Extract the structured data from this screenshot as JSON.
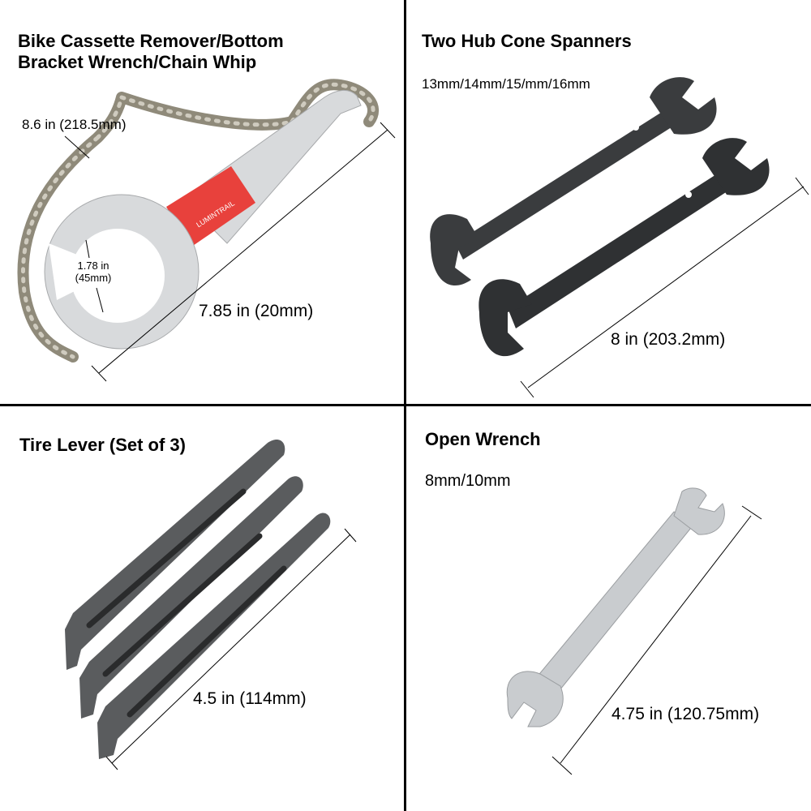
{
  "panels": {
    "cassette_tool": {
      "title": "Bike Cassette Remover/Bottom\nBracket Wrench/Chain Whip",
      "chain_length": "8.6 in (218.5mm)",
      "inner_diameter": "1.78 in\n(45mm)",
      "tool_length": "7.85 in (20mm)",
      "brand_label": "LUMINTRAIL",
      "colors": {
        "handle_grip": "#e8413c",
        "metal": "#d8dadc",
        "chain": "#8f8a7a"
      }
    },
    "hub_cone_spanners": {
      "title": "Two Hub Cone Spanners",
      "sizes": "13mm/14mm/15/mm/16mm",
      "length": "8 in (203.2mm)",
      "colors": {
        "steel": "#3a3c3e"
      }
    },
    "tire_levers": {
      "title": "Tire Lever (Set of 3)",
      "length": "4.5 in (114mm)",
      "colors": {
        "lever": "#5a5c5e"
      }
    },
    "open_wrench": {
      "title": "Open Wrench",
      "sizes": "8mm/10mm",
      "length": "4.75 in (120.75mm)",
      "colors": {
        "chrome": "#c9cccf"
      }
    }
  },
  "layout": {
    "divider_color": "#000000",
    "background": "#ffffff"
  }
}
